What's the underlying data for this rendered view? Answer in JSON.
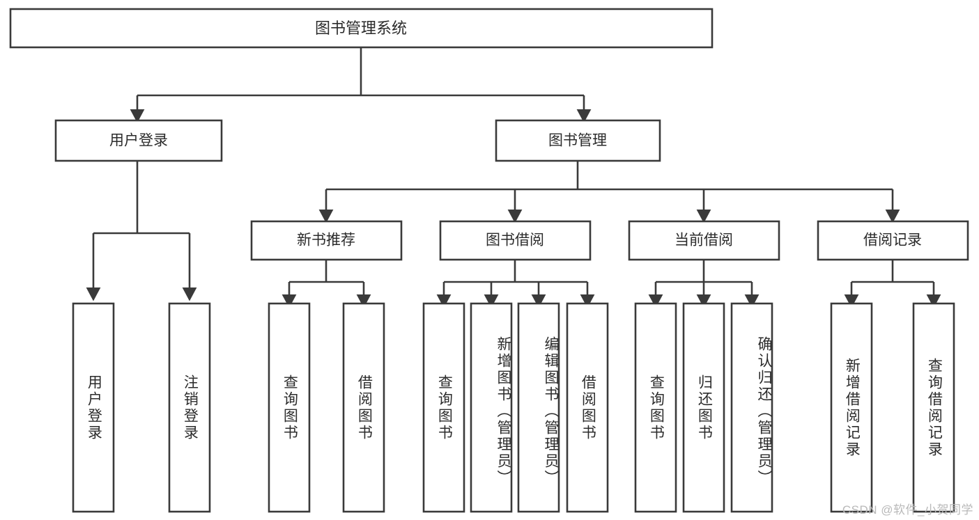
{
  "diagram": {
    "title": "图书管理系统",
    "type": "tree",
    "watermark": "CSDN @软件_小贺同学",
    "colors": {
      "stroke": "#3a3a3a",
      "text": "#2b2b2b",
      "background": "#ffffff",
      "watermark": "#b9b9b9"
    },
    "root": {
      "label": "图书管理系统"
    },
    "level2": [
      {
        "label": "用户登录"
      },
      {
        "label": "图书管理"
      }
    ],
    "level3": [
      {
        "label": "新书推荐"
      },
      {
        "label": "图书借阅"
      },
      {
        "label": "当前借阅"
      },
      {
        "label": "借阅记录"
      }
    ],
    "leaves": [
      {
        "label": "用户登录",
        "parent": "用户登录"
      },
      {
        "label": "注销登录",
        "parent": "用户登录"
      },
      {
        "label": "查询图书",
        "parent": "新书推荐"
      },
      {
        "label": "借阅图书",
        "parent": "新书推荐"
      },
      {
        "label": "查询图书",
        "parent": "图书借阅"
      },
      {
        "label": "新增图书（管理员）",
        "parent": "图书借阅"
      },
      {
        "label": "编辑图书（管理员）",
        "parent": "图书借阅"
      },
      {
        "label": "借阅图书",
        "parent": "图书借阅"
      },
      {
        "label": "查询图书",
        "parent": "当前借阅"
      },
      {
        "label": "归还图书",
        "parent": "当前借阅"
      },
      {
        "label": "确认归还（管理员）",
        "parent": "当前借阅"
      },
      {
        "label": "新增借阅记录",
        "parent": "借阅记录"
      },
      {
        "label": "查询借阅记录",
        "parent": "借阅记录"
      }
    ]
  }
}
